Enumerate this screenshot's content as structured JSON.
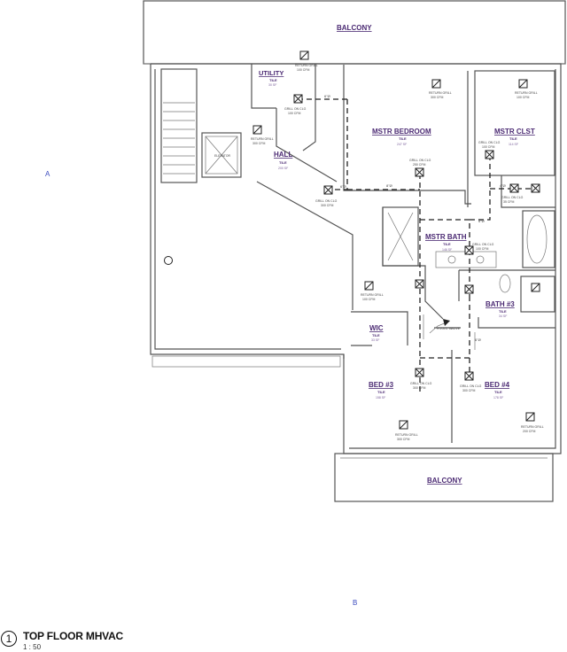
{
  "grid": {
    "a": "A",
    "b": "B"
  },
  "rooms": {
    "balcony_top": "BALCONY",
    "utility": {
      "name": "UTILITY",
      "finish": "TILE",
      "area": "30 SF"
    },
    "hall": {
      "name": "HALL",
      "finish": "TILE",
      "area": "200 SF"
    },
    "mstr_bedroom": {
      "name": "MSTR BEDROOM",
      "finish": "TILE",
      "area": "247 SF"
    },
    "mstr_clst": {
      "name": "MSTR CLST",
      "finish": "TILE",
      "area": "114 SF"
    },
    "mstr_bath": {
      "name": "MSTR BATH",
      "finish": "TILE",
      "area": "146 SF"
    },
    "bath3": {
      "name": "BATH #3",
      "finish": "TILE",
      "area": "34 SF"
    },
    "wic": {
      "name": "WIC",
      "finish": "TILE",
      "area": "33 SF"
    },
    "bed3": {
      "name": "BED #3",
      "finish": "TILE",
      "area": "158 SF"
    },
    "bed4": {
      "name": "BED #4",
      "finish": "TILE",
      "area": "178 SF"
    },
    "balcony_bottom": "BALCONY",
    "elevator": "ELEVATOR"
  },
  "devices": {
    "ret_utility": [
      "RETURN GRILL",
      "100 CFM"
    ],
    "grill_utility": [
      "GRILL ON CLG",
      "100 CFM"
    ],
    "ret_mstr_bed": [
      "RETURN GRILL",
      "300 CFM"
    ],
    "ret_mstr_clst": [
      "RETURN GRILL",
      "100 CFM"
    ],
    "grill_clst": [
      "GRILL ON CLG",
      "100 CFM"
    ],
    "grill_mstr_bed": [
      "GRILL ON CLG",
      "250 CFM"
    ],
    "ret_hall": [
      "RETURN GRILL",
      "300 CFM"
    ],
    "grill_hall": [
      "GRILL ON CLG",
      "300 CFM"
    ],
    "grill_mstr_bath": [
      "GRILL ON CLG",
      "100 CFM"
    ],
    "grill_bath_small": [
      "GRILL ON CLG",
      "35 CFM"
    ],
    "ret_center": [
      "RETURN GRILL",
      "100 CFM"
    ],
    "grill_bed3": [
      "GRILL ON CLG",
      "300 CFM"
    ],
    "grill_bed4": [
      "GRILL ON CLG",
      "300 CFM"
    ],
    "ret_bed3": [
      "RETURN GRILL",
      "300 CFM"
    ],
    "ret_bed4": [
      "RETURN GRILL",
      "200 CFM"
    ],
    "hvac_above": "H.V.A.C. ABOVE"
  },
  "duct_sizes": {
    "d1": "6\"Ø",
    "d2": "8\"Ø",
    "d3": "6\"Ø",
    "d4": "4\"Ø",
    "d5": "6\"Ø",
    "d6": "6\"Ø"
  },
  "title": {
    "number": "1",
    "name": "TOP FLOOR MHVAC",
    "scale": "1 : 50"
  }
}
